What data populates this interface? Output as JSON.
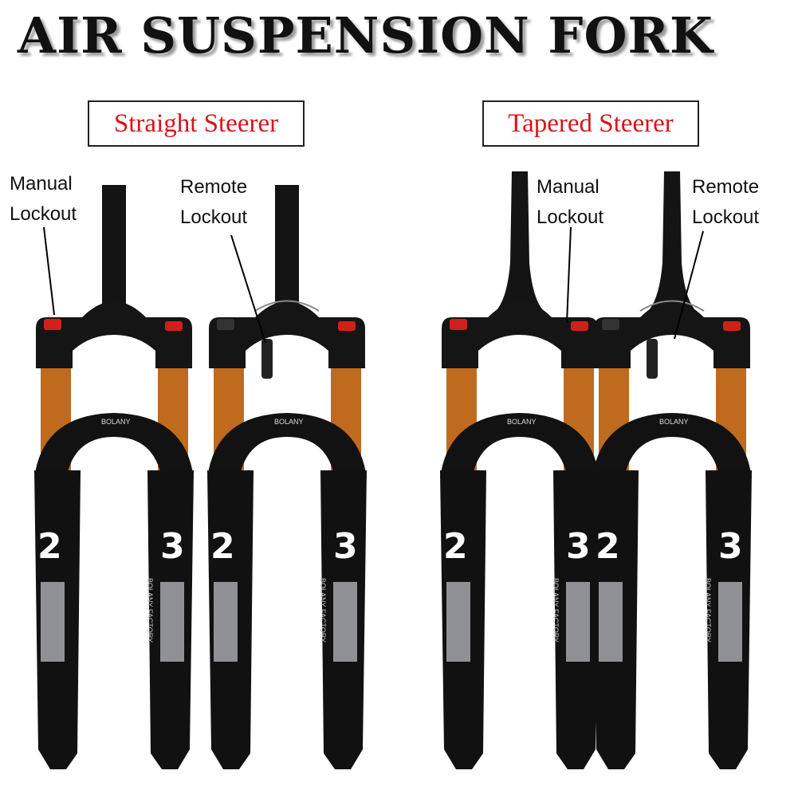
{
  "title": "AIR SUSPENSION FORK",
  "sections": [
    {
      "heading": "Straight Steerer",
      "steerer": "straight"
    },
    {
      "heading": "Tapered Steerer",
      "steerer": "tapered"
    }
  ],
  "labels": {
    "manual_line1": "Manual",
    "manual_line2": "Lockout",
    "remote_line1": "Remote",
    "remote_line2": "Lockout"
  },
  "fork_branding": {
    "brand": "BOLANY",
    "left_leg": "2",
    "right_leg": "3",
    "leg_text": "BOLANY FACTORY"
  },
  "colors": {
    "heading_red": "#d8141c",
    "stanchion": "#c06a1e",
    "lowers": "#111111",
    "cap": "#d0201c"
  }
}
